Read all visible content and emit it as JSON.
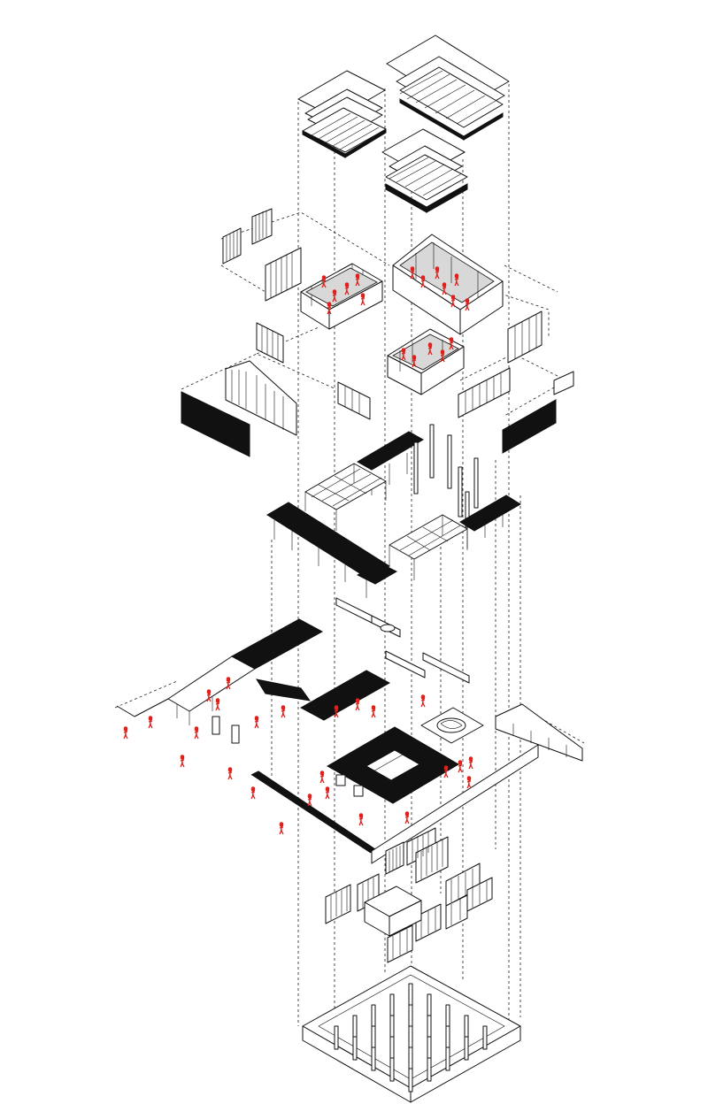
{
  "diagram": {
    "kind": "exploded-axonometric",
    "colors": {
      "line": "#111111",
      "fill": "#ffffff",
      "poche": "#111111",
      "figures": "#e0201a",
      "background": "#ffffff"
    },
    "layers": [
      "roofs",
      "upper-rooms",
      "upper-walls",
      "timber-structure",
      "ground-floor-plan",
      "infill-panels",
      "foundation-grid"
    ]
  }
}
